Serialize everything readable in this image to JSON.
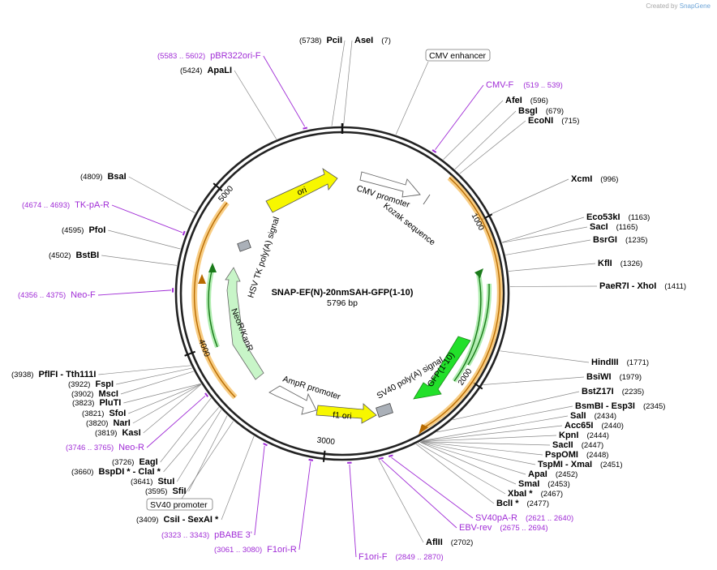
{
  "credit": {
    "prefix": "Created by",
    "brand": "SnapGene"
  },
  "plasmid": {
    "name": "SNAP-EF(N)-20nmSAH-GFP(1-10)",
    "length": "5796 bp",
    "total_bp": 5796
  },
  "colors": {
    "primer": "#a02cd6",
    "ori": "#f7f700",
    "gfp": "#22e02a",
    "neo": "#c8f5c8",
    "cds_highlight": "#f7c46e",
    "backbone": "#222222"
  },
  "ticks": [
    {
      "label": "1000",
      "bp": 1000
    },
    {
      "label": "2000",
      "bp": 2000
    },
    {
      "label": "3000",
      "bp": 3000
    },
    {
      "label": "4000",
      "bp": 4000
    },
    {
      "label": "5000",
      "bp": 5000
    }
  ],
  "enzymes": [
    {
      "name": "PciI",
      "pos": "(5738)",
      "bp": 5738
    },
    {
      "name": "AseI",
      "pos": "(7)",
      "bp": 7
    },
    {
      "name": "ApaLI",
      "pos": "(5424)",
      "bp": 5424
    },
    {
      "name": "AfeI",
      "pos": "(596)",
      "bp": 596
    },
    {
      "name": "BsgI",
      "pos": "(679)",
      "bp": 679
    },
    {
      "name": "EcoNI",
      "pos": "(715)",
      "bp": 715
    },
    {
      "name": "XcmI",
      "pos": "(996)",
      "bp": 996
    },
    {
      "name": "BsaI",
      "pos": "(4809)",
      "bp": 4809
    },
    {
      "name": "Eco53kI",
      "pos": "(1163)",
      "bp": 1163
    },
    {
      "name": "SacI",
      "pos": "(1165)",
      "bp": 1165
    },
    {
      "name": "BsrGI",
      "pos": "(1235)",
      "bp": 1235
    },
    {
      "name": "PfoI",
      "pos": "(4595)",
      "bp": 4595
    },
    {
      "name": "BstBI",
      "pos": "(4502)",
      "bp": 4502
    },
    {
      "name": "KflI",
      "pos": "(1326)",
      "bp": 1326
    },
    {
      "name": "PaeR7I - XhoI",
      "pos": "(1411)",
      "bp": 1411
    },
    {
      "name": "HindIII",
      "pos": "(1771)",
      "bp": 1771
    },
    {
      "name": "PflFI - Tth111I",
      "pos": "(3938)",
      "bp": 3938
    },
    {
      "name": "FspI",
      "pos": "(3922)",
      "bp": 3922
    },
    {
      "name": "BsiWI",
      "pos": "(1979)",
      "bp": 1979
    },
    {
      "name": "MscI",
      "pos": "(3902)",
      "bp": 3902
    },
    {
      "name": "BstZ17I",
      "pos": "(2235)",
      "bp": 2235
    },
    {
      "name": "PluTI",
      "pos": "(3823)",
      "bp": 3823
    },
    {
      "name": "BsmBI - Esp3I",
      "pos": "(2345)",
      "bp": 2345
    },
    {
      "name": "SfoI",
      "pos": "(3821)",
      "bp": 3821
    },
    {
      "name": "SalI",
      "pos": "(2434)",
      "bp": 2434
    },
    {
      "name": "NarI",
      "pos": "(3820)",
      "bp": 3820
    },
    {
      "name": "Acc65I",
      "pos": "(2440)",
      "bp": 2440
    },
    {
      "name": "KasI",
      "pos": "(3819)",
      "bp": 3819
    },
    {
      "name": "KpnI",
      "pos": "(2444)",
      "bp": 2444
    },
    {
      "name": "SacII",
      "pos": "(2447)",
      "bp": 2447
    },
    {
      "name": "EagI",
      "pos": "(3726)",
      "bp": 3726
    },
    {
      "name": "PspOMI",
      "pos": "(2448)",
      "bp": 2448
    },
    {
      "name": "BspDI * - ClaI *",
      "pos": "(3660)",
      "bp": 3660
    },
    {
      "name": "TspMI - XmaI",
      "pos": "(2451)",
      "bp": 2451
    },
    {
      "name": "StuI",
      "pos": "(3641)",
      "bp": 3641
    },
    {
      "name": "ApaI",
      "pos": "(2452)",
      "bp": 2452
    },
    {
      "name": "SmaI",
      "pos": "(2453)",
      "bp": 2453
    },
    {
      "name": "SfiI",
      "pos": "(3595)",
      "bp": 3595
    },
    {
      "name": "XbaI *",
      "pos": "(2467)",
      "bp": 2467
    },
    {
      "name": "BclI *",
      "pos": "(2477)",
      "bp": 2477
    },
    {
      "name": "CsiI - SexAI *",
      "pos": "(3409)",
      "bp": 3409
    },
    {
      "name": "AflII",
      "pos": "(2702)",
      "bp": 2702
    }
  ],
  "primers": [
    {
      "name": "pBR322ori-F",
      "range": "(5583 .. 5602)",
      "bp": 5592
    },
    {
      "name": "CMV-F",
      "range": "(519 .. 539)",
      "bp": 529
    },
    {
      "name": "TK-pA-R",
      "range": "(4674 .. 4693)",
      "bp": 4683
    },
    {
      "name": "Neo-F",
      "range": "(4356 .. 4375)",
      "bp": 4365
    },
    {
      "name": "Neo-R",
      "range": "(3746 .. 3765)",
      "bp": 3755
    },
    {
      "name": "pBABE 3'",
      "range": "(3323 .. 3343)",
      "bp": 3333
    },
    {
      "name": "F1ori-R",
      "range": "(3061 .. 3080)",
      "bp": 3070
    },
    {
      "name": "F1ori-F",
      "range": "(2849 .. 2870)",
      "bp": 2859
    },
    {
      "name": "EBV-rev",
      "range": "(2675 .. 2694)",
      "bp": 2684
    },
    {
      "name": "SV40pA-R",
      "range": "(2621 .. 2640)",
      "bp": 2630
    }
  ],
  "features": {
    "cmv_enhancer": "CMV enhancer",
    "sv40_promoter": "SV40 promoter",
    "cmv_promoter": "CMV promoter",
    "kozak": "Kozak sequence",
    "ori": "ori",
    "hsv_tk": "HSV TK poly(A) signal",
    "neo": "NeoR/KanR",
    "ampr_promoter": "AmpR promoter",
    "f1_ori": "f1 ori",
    "sv40_polya": "SV40 poly(A) signal",
    "gfp": "GFP(1-10)"
  }
}
